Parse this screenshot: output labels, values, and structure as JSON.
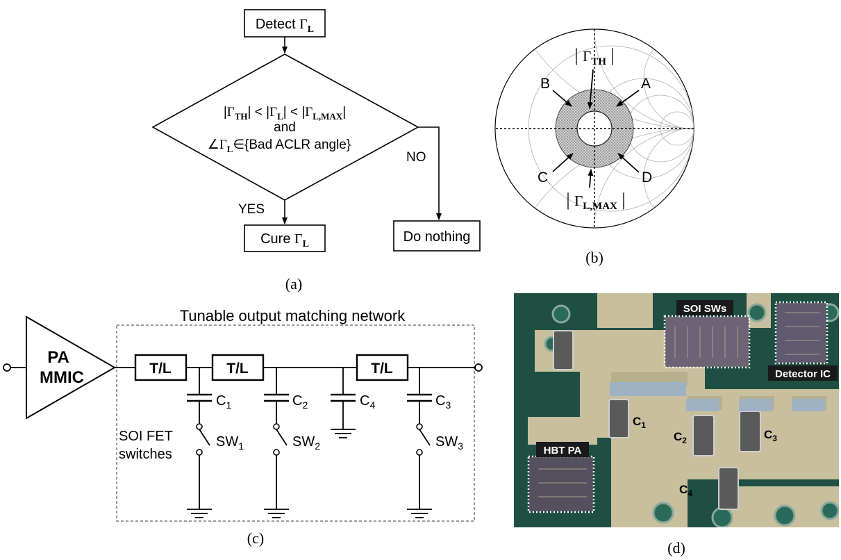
{
  "panel_a": {
    "caption": "(a)",
    "start": {
      "text": "Detect ",
      "sym": "Γ",
      "sub": "L"
    },
    "decision": {
      "line1": {
        "pre": "|",
        "g1": "Γ",
        "s1": "TH",
        "mid1": "| < |",
        "g2": "Γ",
        "s2": "L",
        "mid2": "| < |",
        "g3": "Γ",
        "s3": "L,MAX",
        "post": "|"
      },
      "line2": "and",
      "line3": {
        "angle": "∠",
        "g": "Γ",
        "s": "L",
        "elem": "∈",
        "rest": "{Bad ACLR angle}"
      }
    },
    "no_label": "NO",
    "yes_label": "YES",
    "cure": {
      "text": "Cure ",
      "sym": "Γ",
      "sub": "L"
    },
    "nothing": "Do nothing"
  },
  "panel_b": {
    "caption": "(b)",
    "top": {
      "g": "Γ",
      "s": "TH"
    },
    "bottom": {
      "g": "Γ",
      "s": "L,MAX"
    },
    "labels": {
      "a": "A",
      "b": "B",
      "c": "C",
      "d": "D"
    }
  },
  "panel_c": {
    "caption": "(c)",
    "network_title": "Tunable output matching network",
    "pa_line1": "PA",
    "pa_line2": "MMIC",
    "tl": [
      "T/L",
      "T/L",
      "T/L"
    ],
    "caps": [
      {
        "name": "C",
        "sub": "1"
      },
      {
        "name": "C",
        "sub": "2"
      },
      {
        "name": "C",
        "sub": "4"
      },
      {
        "name": "C",
        "sub": "3"
      }
    ],
    "switches": [
      {
        "name": "SW",
        "sub": "1"
      },
      {
        "name": "SW",
        "sub": "2"
      },
      {
        "name": "SW",
        "sub": "3"
      }
    ],
    "soi_line1": "SOI FET",
    "soi_line2": "switches"
  },
  "panel_d": {
    "caption": "(d)",
    "soi": "SOI SWs",
    "detector": "Detector IC",
    "hbt": "HBT PA",
    "c1": {
      "name": "C",
      "sub": "1"
    },
    "c2": {
      "name": "C",
      "sub": "2"
    },
    "c3": {
      "name": "C",
      "sub": "3"
    },
    "c4": {
      "name": "C",
      "sub": "4"
    }
  }
}
